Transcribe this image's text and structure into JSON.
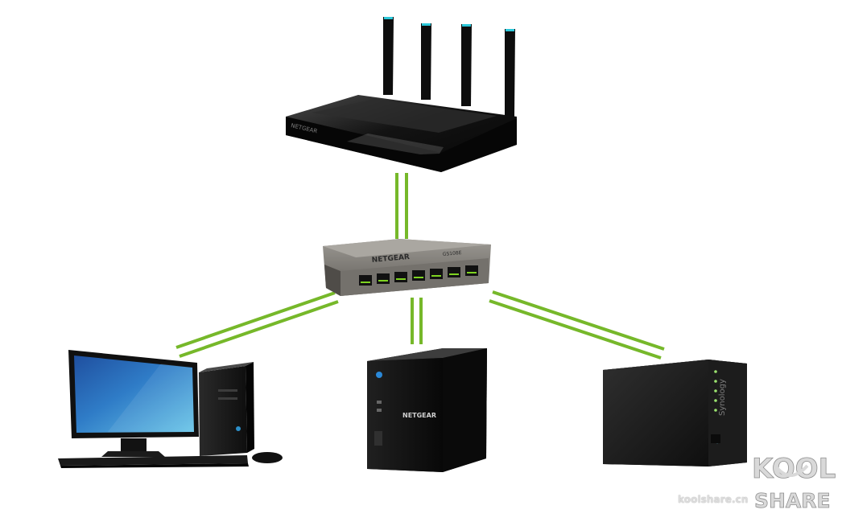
{
  "diagram": {
    "router": {
      "brand": "NETGEAR"
    },
    "switch": {
      "brand": "NETGEAR",
      "model": "GS108E"
    },
    "nas_center": {
      "brand": "NETGEAR"
    },
    "nas_right": {
      "brand": "Synology"
    }
  },
  "watermark": {
    "site": "koolshare.cn",
    "logo_top": "KOOL",
    "logo_bottom": "SHARE"
  },
  "colors": {
    "link": "#76b82a",
    "device_dark": "#111111",
    "switch_body": "#7a7772",
    "monitor_screen": "#2f77c5"
  }
}
